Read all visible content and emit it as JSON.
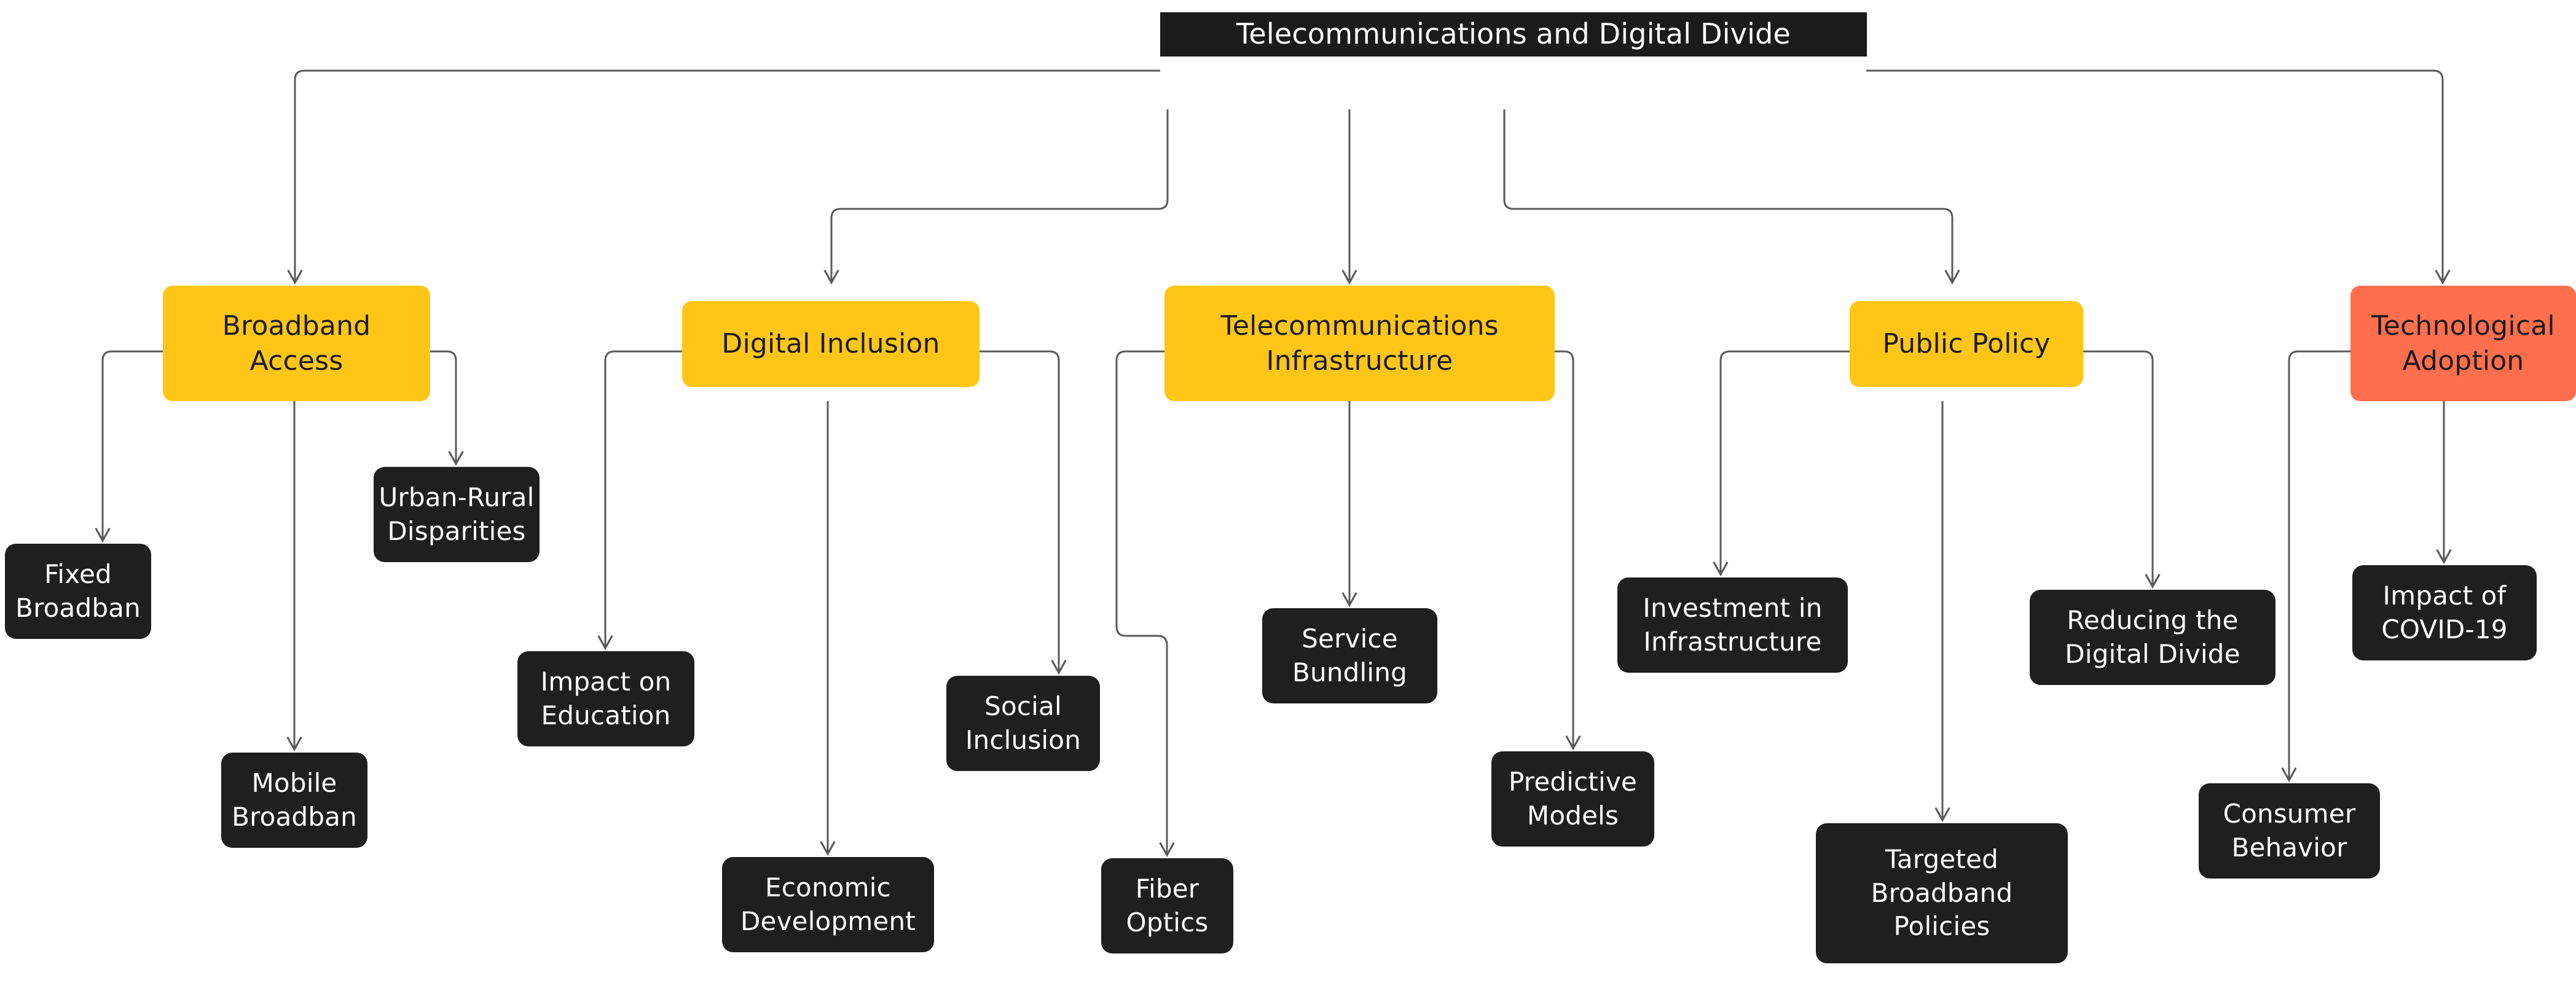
{
  "diagram": {
    "type": "mindmap-tree",
    "title": "Telecommunications and Digital Divide",
    "background_color": "#ffffff",
    "colors": {
      "root_fill": "#1b1b1b",
      "root_text": "#ffffff",
      "branch_fill": "#FFC617",
      "branch_text": "#1b1b1b",
      "accent_branch_fill": "#FF6F4D",
      "leaf_fill": "#1f1f1f",
      "leaf_text": "#ffffff",
      "edge_stroke": "#5a5a5a"
    },
    "root": {
      "label": "Telecommunications and Digital Divide"
    },
    "branches": [
      {
        "label": "Broadband\nAccess",
        "children": [
          "Fixed\nBroadban",
          "Mobile\nBroadban",
          "Urban-Rural\nDisparities"
        ]
      },
      {
        "label": "Digital Inclusion",
        "children": [
          "Impact on\nEducation",
          "Economic\nDevelopment",
          "Social\nInclusion"
        ]
      },
      {
        "label": "Telecommunications\nInfrastructure",
        "children": [
          "Fiber\nOptics",
          "Service\nBundling",
          "Predictive\nModels"
        ]
      },
      {
        "label": "Public Policy",
        "children": [
          "Investment in\nInfrastructure",
          "Targeted\nBroadband\nPolicies",
          "Reducing the\nDigital Divide"
        ]
      },
      {
        "label": "Technological\nAdoption",
        "children": [
          "Consumer\nBehavior",
          "Impact of\nCOVID-19"
        ]
      }
    ],
    "nodes": {
      "root": {
        "label": "Telecommunications and Digital Divide"
      },
      "broadband_access": {
        "label": "Broadband\nAccess"
      },
      "digital_inclusion": {
        "label": "Digital Inclusion"
      },
      "telecom_infrastructure": {
        "label": "Telecommunications\nInfrastructure"
      },
      "public_policy": {
        "label": "Public Policy"
      },
      "technological_adoption": {
        "label": "Technological\nAdoption"
      },
      "fixed_broadband": {
        "label": "Fixed\nBroadban"
      },
      "mobile_broadband": {
        "label": "Mobile\nBroadban"
      },
      "urban_rural_disparities": {
        "label": "Urban-Rural\nDisparities"
      },
      "impact_on_education": {
        "label": "Impact on\nEducation"
      },
      "economic_development": {
        "label": "Economic\nDevelopment"
      },
      "social_inclusion": {
        "label": "Social\nInclusion"
      },
      "fiber_optics": {
        "label": "Fiber\nOptics"
      },
      "service_bundling": {
        "label": "Service\nBundling"
      },
      "predictive_models": {
        "label": "Predictive\nModels"
      },
      "investment_in_infrastructure": {
        "label": "Investment in\nInfrastructure"
      },
      "targeted_broadband_policies": {
        "label": "Targeted\nBroadband\nPolicies"
      },
      "reducing_the_digital_divide": {
        "label": "Reducing the\nDigital Divide"
      },
      "consumer_behavior": {
        "label": "Consumer\nBehavior"
      },
      "impact_of_covid_19": {
        "label": "Impact of\nCOVID-19"
      }
    }
  }
}
